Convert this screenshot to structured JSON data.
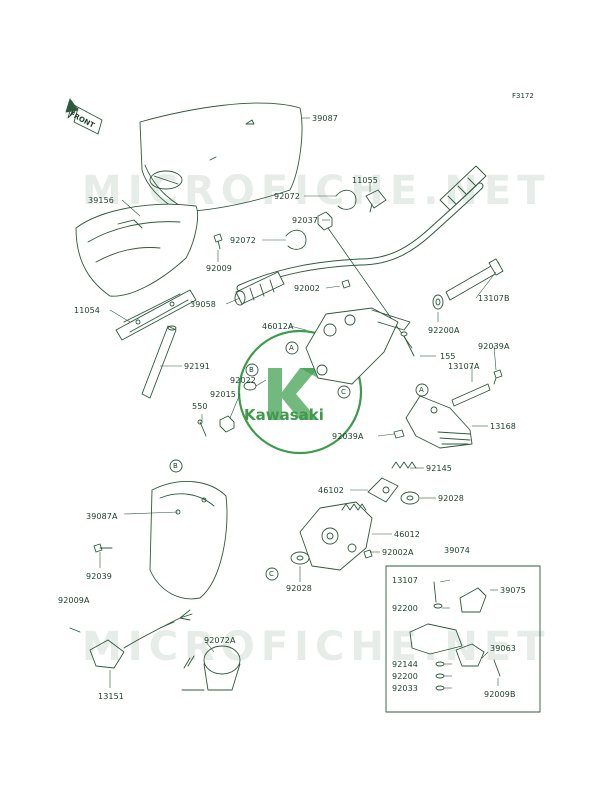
{
  "figure_code": "F3172",
  "front_label": "FRONT",
  "watermarks": [
    "MICROFICHE.NET",
    "MICROFICHE.NET"
  ],
  "logo_text": "Kawasaki",
  "callout_letters": [
    "A",
    "B",
    "C"
  ],
  "colors": {
    "ink": "#1a3f28",
    "line": "#2e5a3c",
    "logo": "#2f8a3e",
    "watermark": "#6e9e78"
  },
  "part_labels": {
    "p39087": "39087",
    "p39156": "39156",
    "p92009": "92009",
    "p11054": "11054",
    "p39058": "39058",
    "p92191": "92191",
    "p92072a": "92072",
    "p92072b": "92072",
    "p92037": "92037",
    "p11055": "11055",
    "p92002": "92002",
    "p46012A": "46012A",
    "p13107B": "13107B",
    "p92200A": "92200A",
    "p155": "155",
    "p92039A1": "92039A",
    "p13107A": "13107A",
    "p92022": "92022",
    "p92015": "92015",
    "p550": "550",
    "p13168": "13168",
    "p92039A2": "92039A",
    "p92145": "92145",
    "p46102": "46102",
    "p92028a": "92028",
    "p46012": "46012",
    "p92002A": "92002A",
    "p92028b": "92028",
    "p39087A": "39087A",
    "p92039": "92039",
    "p92009A": "92009A",
    "p92072A": "92072A",
    "p13151": "13151",
    "p39074": "39074",
    "p13107": "13107",
    "p92200": "92200",
    "p39075": "39075",
    "p92144": "92144",
    "p92200b": "92200",
    "p92033": "92033",
    "p39063": "39063",
    "p92009B": "92009B"
  }
}
